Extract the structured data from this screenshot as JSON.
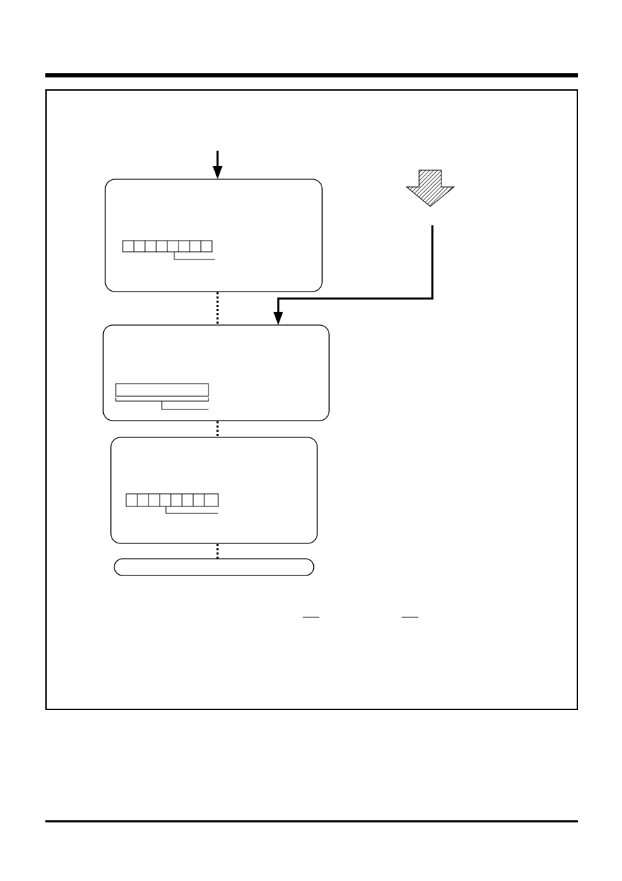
{
  "page": {
    "header_rule": "section-header-rule",
    "footer_rule": "page-footer-rule"
  },
  "diagram": {
    "stages": [
      {
        "id": "stage-1",
        "register_cells": 8,
        "bracket": "lower-bits"
      },
      {
        "id": "stage-2",
        "register_cells": 1,
        "bracket": "full-width"
      },
      {
        "id": "stage-3",
        "register_cells": 8,
        "bracket": "lower-bits"
      },
      {
        "id": "stage-4",
        "register_cells": 0,
        "bracket": "none"
      }
    ],
    "colors": {
      "line": "#000000",
      "arrow_hatch": "#000000",
      "background": "#ffffff"
    },
    "icons": {
      "entry_arrow": "arrow-down-icon",
      "interrupt_arrow": "hatched-down-arrow-icon"
    }
  }
}
